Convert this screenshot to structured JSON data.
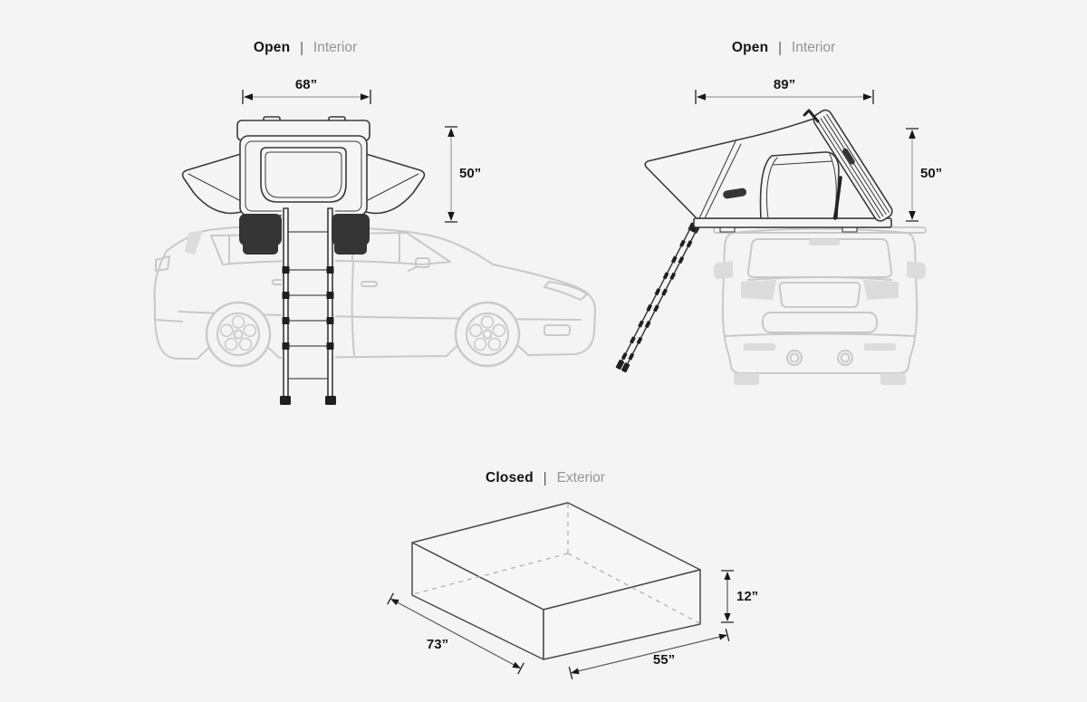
{
  "palette": {
    "background": "#f4f4f4",
    "drawing_ink": "#3a3a3a",
    "faded_vehicle": "#c9c9c9",
    "dimension_text": "#161616",
    "muted_label": "#949494"
  },
  "sections": {
    "open_front": {
      "title": {
        "state": "Open",
        "sep": "|",
        "view": "Interior"
      },
      "dims": {
        "width": "68”",
        "height": "50”"
      }
    },
    "open_side": {
      "title": {
        "state": "Open",
        "sep": "|",
        "view": "Interior"
      },
      "dims": {
        "length": "89”",
        "height": "50”"
      }
    },
    "closed": {
      "title": {
        "state": "Closed",
        "sep": "|",
        "view": "Exterior"
      },
      "dims": {
        "length": "73”",
        "width": "55”",
        "height": "12”"
      }
    }
  }
}
